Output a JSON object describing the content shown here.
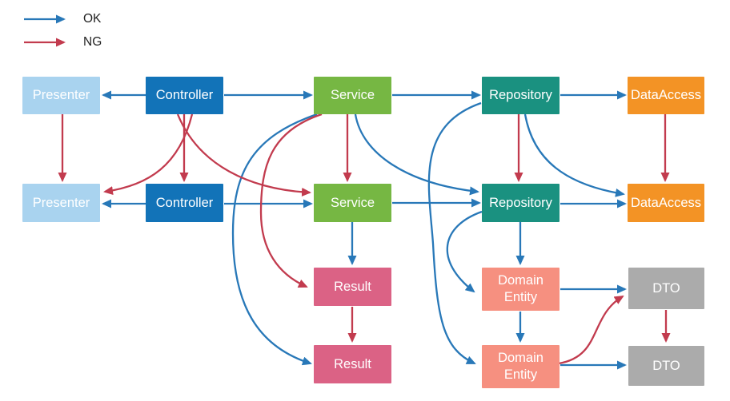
{
  "legend": {
    "ok_label": "OK",
    "ng_label": "NG"
  },
  "colors": {
    "ok": "#2878B8",
    "ng": "#C23B4E",
    "background": "#FFFFFF",
    "legend_text": "#222222"
  },
  "node_colors": {
    "presenter": "#A9D3EF",
    "controller": "#1273B8",
    "service": "#76B743",
    "repository": "#1A9180",
    "dataaccess": "#F39325",
    "result": "#DB6285",
    "domain_entity": "#F69080",
    "dto": "#ABABAB"
  },
  "nodes": [
    {
      "id": "presenter-1",
      "label": "Presenter",
      "row": 1,
      "type": "presenter"
    },
    {
      "id": "controller-1",
      "label": "Controller",
      "row": 1,
      "type": "controller"
    },
    {
      "id": "service-1",
      "label": "Service",
      "row": 1,
      "type": "service"
    },
    {
      "id": "repository-1",
      "label": "Repository",
      "row": 1,
      "type": "repository"
    },
    {
      "id": "dataaccess-1",
      "label": "DataAccess",
      "row": 1,
      "type": "dataaccess"
    },
    {
      "id": "presenter-2",
      "label": "Presenter",
      "row": 2,
      "type": "presenter"
    },
    {
      "id": "controller-2",
      "label": "Controller",
      "row": 2,
      "type": "controller"
    },
    {
      "id": "service-2",
      "label": "Service",
      "row": 2,
      "type": "service"
    },
    {
      "id": "repository-2",
      "label": "Repository",
      "row": 2,
      "type": "repository"
    },
    {
      "id": "dataaccess-2",
      "label": "DataAccess",
      "row": 2,
      "type": "dataaccess"
    },
    {
      "id": "result-1",
      "label": "Result",
      "row": 3,
      "type": "result"
    },
    {
      "id": "domain-entity-1",
      "label": "Domain Entity",
      "row": 3,
      "type": "domain_entity"
    },
    {
      "id": "dto-1",
      "label": "DTO",
      "row": 3,
      "type": "dto"
    },
    {
      "id": "result-2",
      "label": "Result",
      "row": 4,
      "type": "result"
    },
    {
      "id": "domain-entity-2",
      "label": "Domain Entity",
      "row": 4,
      "type": "domain_entity"
    },
    {
      "id": "dto-2",
      "label": "DTO",
      "row": 4,
      "type": "dto"
    }
  ],
  "edges": [
    {
      "from": "controller-1",
      "to": "presenter-1",
      "status": "OK",
      "route": "straight"
    },
    {
      "from": "controller-1",
      "to": "service-1",
      "status": "OK",
      "route": "straight"
    },
    {
      "from": "service-1",
      "to": "repository-1",
      "status": "OK",
      "route": "straight"
    },
    {
      "from": "repository-1",
      "to": "dataaccess-1",
      "status": "OK",
      "route": "straight"
    },
    {
      "from": "controller-2",
      "to": "presenter-2",
      "status": "OK",
      "route": "straight"
    },
    {
      "from": "controller-2",
      "to": "service-2",
      "status": "OK",
      "route": "straight"
    },
    {
      "from": "service-2",
      "to": "repository-2",
      "status": "OK",
      "route": "straight"
    },
    {
      "from": "repository-2",
      "to": "dataaccess-2",
      "status": "OK",
      "route": "straight"
    },
    {
      "from": "service-1",
      "to": "repository-2",
      "status": "OK",
      "route": "curve"
    },
    {
      "from": "repository-1",
      "to": "dataaccess-2",
      "status": "OK",
      "route": "curve"
    },
    {
      "from": "service-1",
      "to": "result-2",
      "status": "OK",
      "route": "curve"
    },
    {
      "from": "service-2",
      "to": "result-1",
      "status": "OK",
      "route": "straight"
    },
    {
      "from": "repository-2",
      "to": "domain-entity-1",
      "status": "OK",
      "route": "straight"
    },
    {
      "from": "repository-2",
      "to": "domain-entity-1",
      "status": "OK",
      "route": "curve"
    },
    {
      "from": "repository-1",
      "to": "domain-entity-2",
      "status": "OK",
      "route": "curve"
    },
    {
      "from": "domain-entity-1",
      "to": "dto-1",
      "status": "OK",
      "route": "straight"
    },
    {
      "from": "domain-entity-1",
      "to": "domain-entity-2",
      "status": "OK",
      "route": "straight"
    },
    {
      "from": "domain-entity-2",
      "to": "dto-2",
      "status": "OK",
      "route": "straight"
    },
    {
      "from": "presenter-1",
      "to": "presenter-2",
      "status": "NG",
      "route": "straight"
    },
    {
      "from": "controller-1",
      "to": "controller-2",
      "status": "NG",
      "route": "straight"
    },
    {
      "from": "controller-1",
      "to": "presenter-2",
      "status": "NG",
      "route": "curve"
    },
    {
      "from": "controller-1",
      "to": "service-2",
      "status": "NG",
      "route": "curve"
    },
    {
      "from": "service-1",
      "to": "service-2",
      "status": "NG",
      "route": "straight"
    },
    {
      "from": "repository-1",
      "to": "repository-2",
      "status": "NG",
      "route": "straight"
    },
    {
      "from": "dataaccess-1",
      "to": "dataaccess-2",
      "status": "NG",
      "route": "straight"
    },
    {
      "from": "service-1",
      "to": "result-1",
      "status": "NG",
      "route": "curve"
    },
    {
      "from": "result-1",
      "to": "result-2",
      "status": "NG",
      "route": "straight"
    },
    {
      "from": "domain-entity-2",
      "to": "dto-1",
      "status": "NG",
      "route": "curve"
    },
    {
      "from": "dto-1",
      "to": "dto-2",
      "status": "NG",
      "route": "straight"
    }
  ]
}
